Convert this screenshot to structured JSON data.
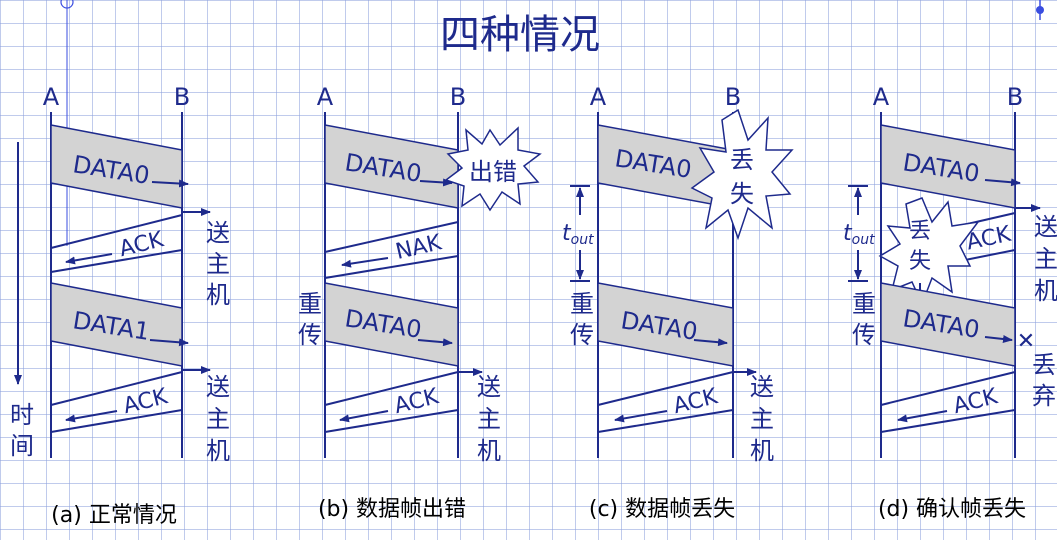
{
  "title": "四种情况",
  "panels": [
    {
      "caption": "(a) 正常情况",
      "a_label": "A",
      "b_label": "B",
      "frame1": "DATA0",
      "ack1": "ACK",
      "deliver1": [
        "送",
        "主",
        "机"
      ],
      "frame2": "DATA1",
      "ack2": "ACK",
      "deliver2": [
        "送",
        "主",
        "机"
      ],
      "time_label": [
        "时",
        "间"
      ]
    },
    {
      "caption": "(b) 数据帧出错",
      "a_label": "A",
      "b_label": "B",
      "frame1": "DATA0",
      "error_burst": "出错",
      "nak": "NAK",
      "retransmit": [
        "重",
        "传"
      ],
      "frame2": "DATA0",
      "ack2": "ACK",
      "deliver2": [
        "送",
        "主",
        "机"
      ]
    },
    {
      "caption": "(c) 数据帧丢失",
      "a_label": "A",
      "b_label": "B",
      "frame1": "DATA0",
      "lost_burst": [
        "丢",
        "失"
      ],
      "timeout": {
        "t": "t",
        "sub": "out"
      },
      "retransmit": [
        "重",
        "传"
      ],
      "frame2": "DATA0",
      "ack2": "ACK",
      "deliver2": [
        "送",
        "主",
        "机"
      ]
    },
    {
      "caption": "(d) 确认帧丢失",
      "a_label": "A",
      "b_label": "B",
      "frame1": "DATA0",
      "ack1": "ACK",
      "deliver1": [
        "送",
        "主",
        "机"
      ],
      "lost_burst": [
        "丢",
        "失",
        "!"
      ],
      "timeout": {
        "t": "t",
        "sub": "out"
      },
      "retransmit": [
        "重",
        "传"
      ],
      "frame2": "DATA0",
      "discard_mark": "✕",
      "discard": [
        "丢",
        "弃"
      ],
      "ack2": "ACK"
    }
  ]
}
